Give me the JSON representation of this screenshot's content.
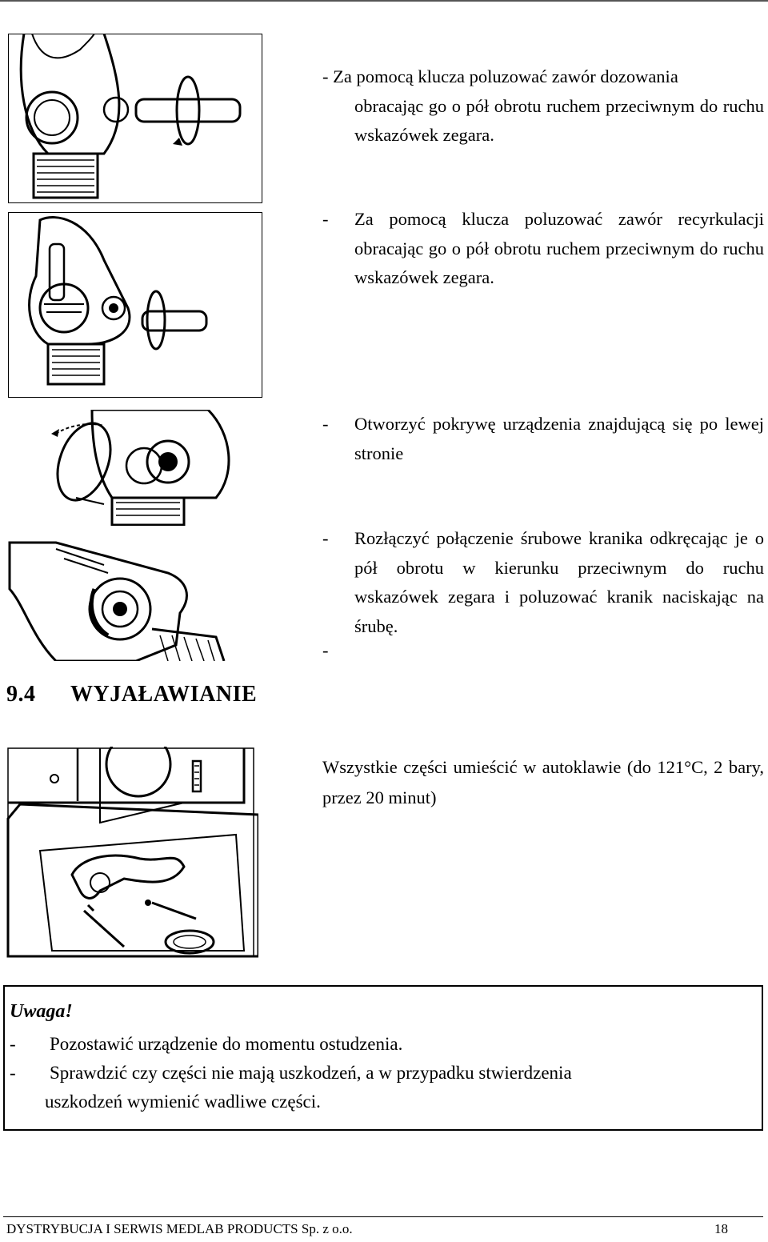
{
  "steps": [
    {
      "dash": "-",
      "line1": "Za pomocą klucza poluzować zawór dozowania",
      "rest": "obracając go o pół obrotu ruchem przeciwnym do ruchu wskazówek zegara."
    },
    {
      "dash": "-",
      "text": "Za pomocą klucza poluzować zawór recyrkulacji obracając go o pół obrotu ruchem przeciwnym do ruchu wskazówek zegara."
    },
    {
      "dash": "-",
      "text": "Otworzyć pokrywę urządzenia znajdującą się po lewej stronie"
    },
    {
      "dash": "-",
      "text": "Rozłączyć połączenie śrubowe kranika odkręcając je o pół obrotu w kierunku przeciwnym do ruchu wskazówek zegara i poluzować kranik naciskając na śrubę."
    }
  ],
  "lone_dash": "-",
  "section": {
    "number": "9.4",
    "title": "WYJAŁAWIANIE"
  },
  "sterilization_text": "Wszystkie części umieścić w autoklawie (do 121°C, 2 bary, przez 20 minut)",
  "note": {
    "title": "Uwaga!",
    "items": [
      {
        "dash": "-",
        "text": "Pozostawić urządzenie do momentu ostudzenia."
      },
      {
        "dash": "-",
        "text": "Sprawdzić czy części nie mają uszkodzeń, a w przypadku stwierdzenia",
        "continuation": "uszkodzeń wymienić wadliwe części."
      }
    ]
  },
  "footer": {
    "company": "DYSTRYBUCJA I SERWIS MEDLAB PRODUCTS Sp. z o.o.",
    "page_number": "18"
  },
  "figures": [
    {
      "icon": "dosing-valve-wrench-illustration"
    },
    {
      "icon": "recirculation-valve-wrench-illustration"
    },
    {
      "icon": "open-cover-illustration"
    },
    {
      "icon": "tap-screw-connection-illustration"
    },
    {
      "icon": "autoclave-parts-illustration"
    }
  ]
}
